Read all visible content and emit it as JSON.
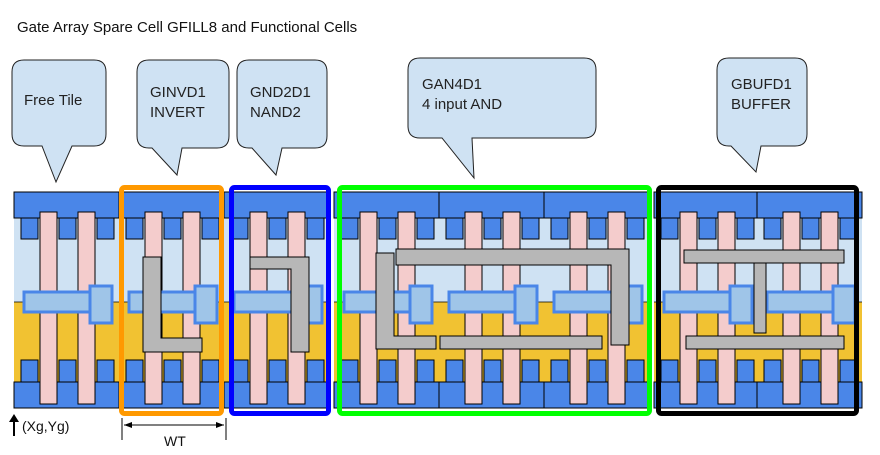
{
  "title": "Gate Array Spare Cell GFILL8 and Functional Cells",
  "colors": {
    "rail": "#4a86e8",
    "nwell": "#cfe2f3",
    "pwell": "#f1c232",
    "poly": "#f4cccc",
    "metal": "#b7b7b7",
    "contact_bar": "#9fc5e8",
    "contact_border": "#4a86e8",
    "callout_fill": "#cfe2f3",
    "inverter_outline": "#ff9900",
    "nand_outline": "#0000ff",
    "and_outline": "#00ff00",
    "buffer_outline": "#000000"
  },
  "callouts": [
    {
      "id": "free-tile",
      "lines": [
        "Free Tile"
      ]
    },
    {
      "id": "ginvd1",
      "lines": [
        "GINVD1",
        "INVERT"
      ]
    },
    {
      "id": "gnd2d1",
      "lines": [
        "GND2D1",
        "NAND2"
      ]
    },
    {
      "id": "gan4d1",
      "lines": [
        "GAN4D1",
        "4 input AND"
      ]
    },
    {
      "id": "gbufd1",
      "lines": [
        "GBUFD1",
        "BUFFER"
      ]
    }
  ],
  "cells": [
    {
      "name": "Free Tile",
      "tiles": 1
    },
    {
      "name": "GINVD1",
      "tiles": 1,
      "outline": "inverter_outline"
    },
    {
      "name": "GND2D1",
      "tiles": 1,
      "outline": "nand_outline"
    },
    {
      "name": "GAN4D1",
      "tiles": 3,
      "outline": "and_outline"
    },
    {
      "name": "GBUFD1",
      "tiles": 2,
      "outline": "buffer_outline"
    }
  ],
  "annotations": {
    "origin_label": "(Xg,Yg)",
    "width_label": "WT"
  }
}
